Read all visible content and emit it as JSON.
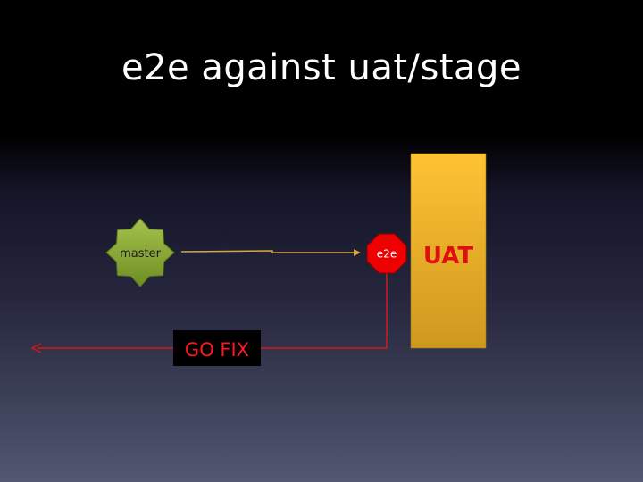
{
  "slide": {
    "title": "e2e against uat/stage"
  },
  "diagram": {
    "nodes": {
      "source": {
        "label": "master",
        "color": "#8dac3a"
      },
      "test": {
        "label": "e2e",
        "color": "#ee0000"
      },
      "environment": {
        "label": "UAT",
        "color": "#f5b52c",
        "label_color": "#e01010"
      }
    },
    "edges": {
      "deploy": {
        "color": "#d6a83a"
      },
      "failure": {
        "label": "GO FIX",
        "color": "#d81818",
        "label_color": "#ff1a1a",
        "label_background": "#000000"
      }
    }
  }
}
